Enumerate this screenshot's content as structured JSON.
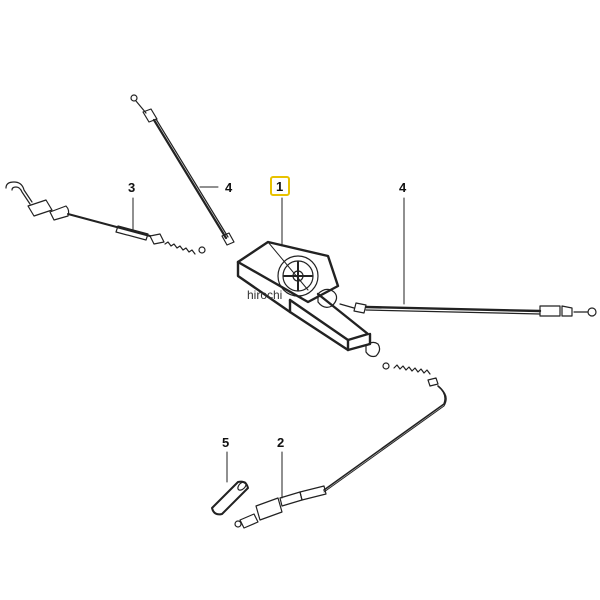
{
  "callouts": {
    "part1": "1",
    "part2": "2",
    "part3": "3",
    "part4_upper": "4",
    "part4_right": "4",
    "part5": "5"
  },
  "watermark": "hirochi",
  "colors": {
    "line": "#222222",
    "highlight_box": "#e8c200",
    "background": "#ffffff"
  }
}
